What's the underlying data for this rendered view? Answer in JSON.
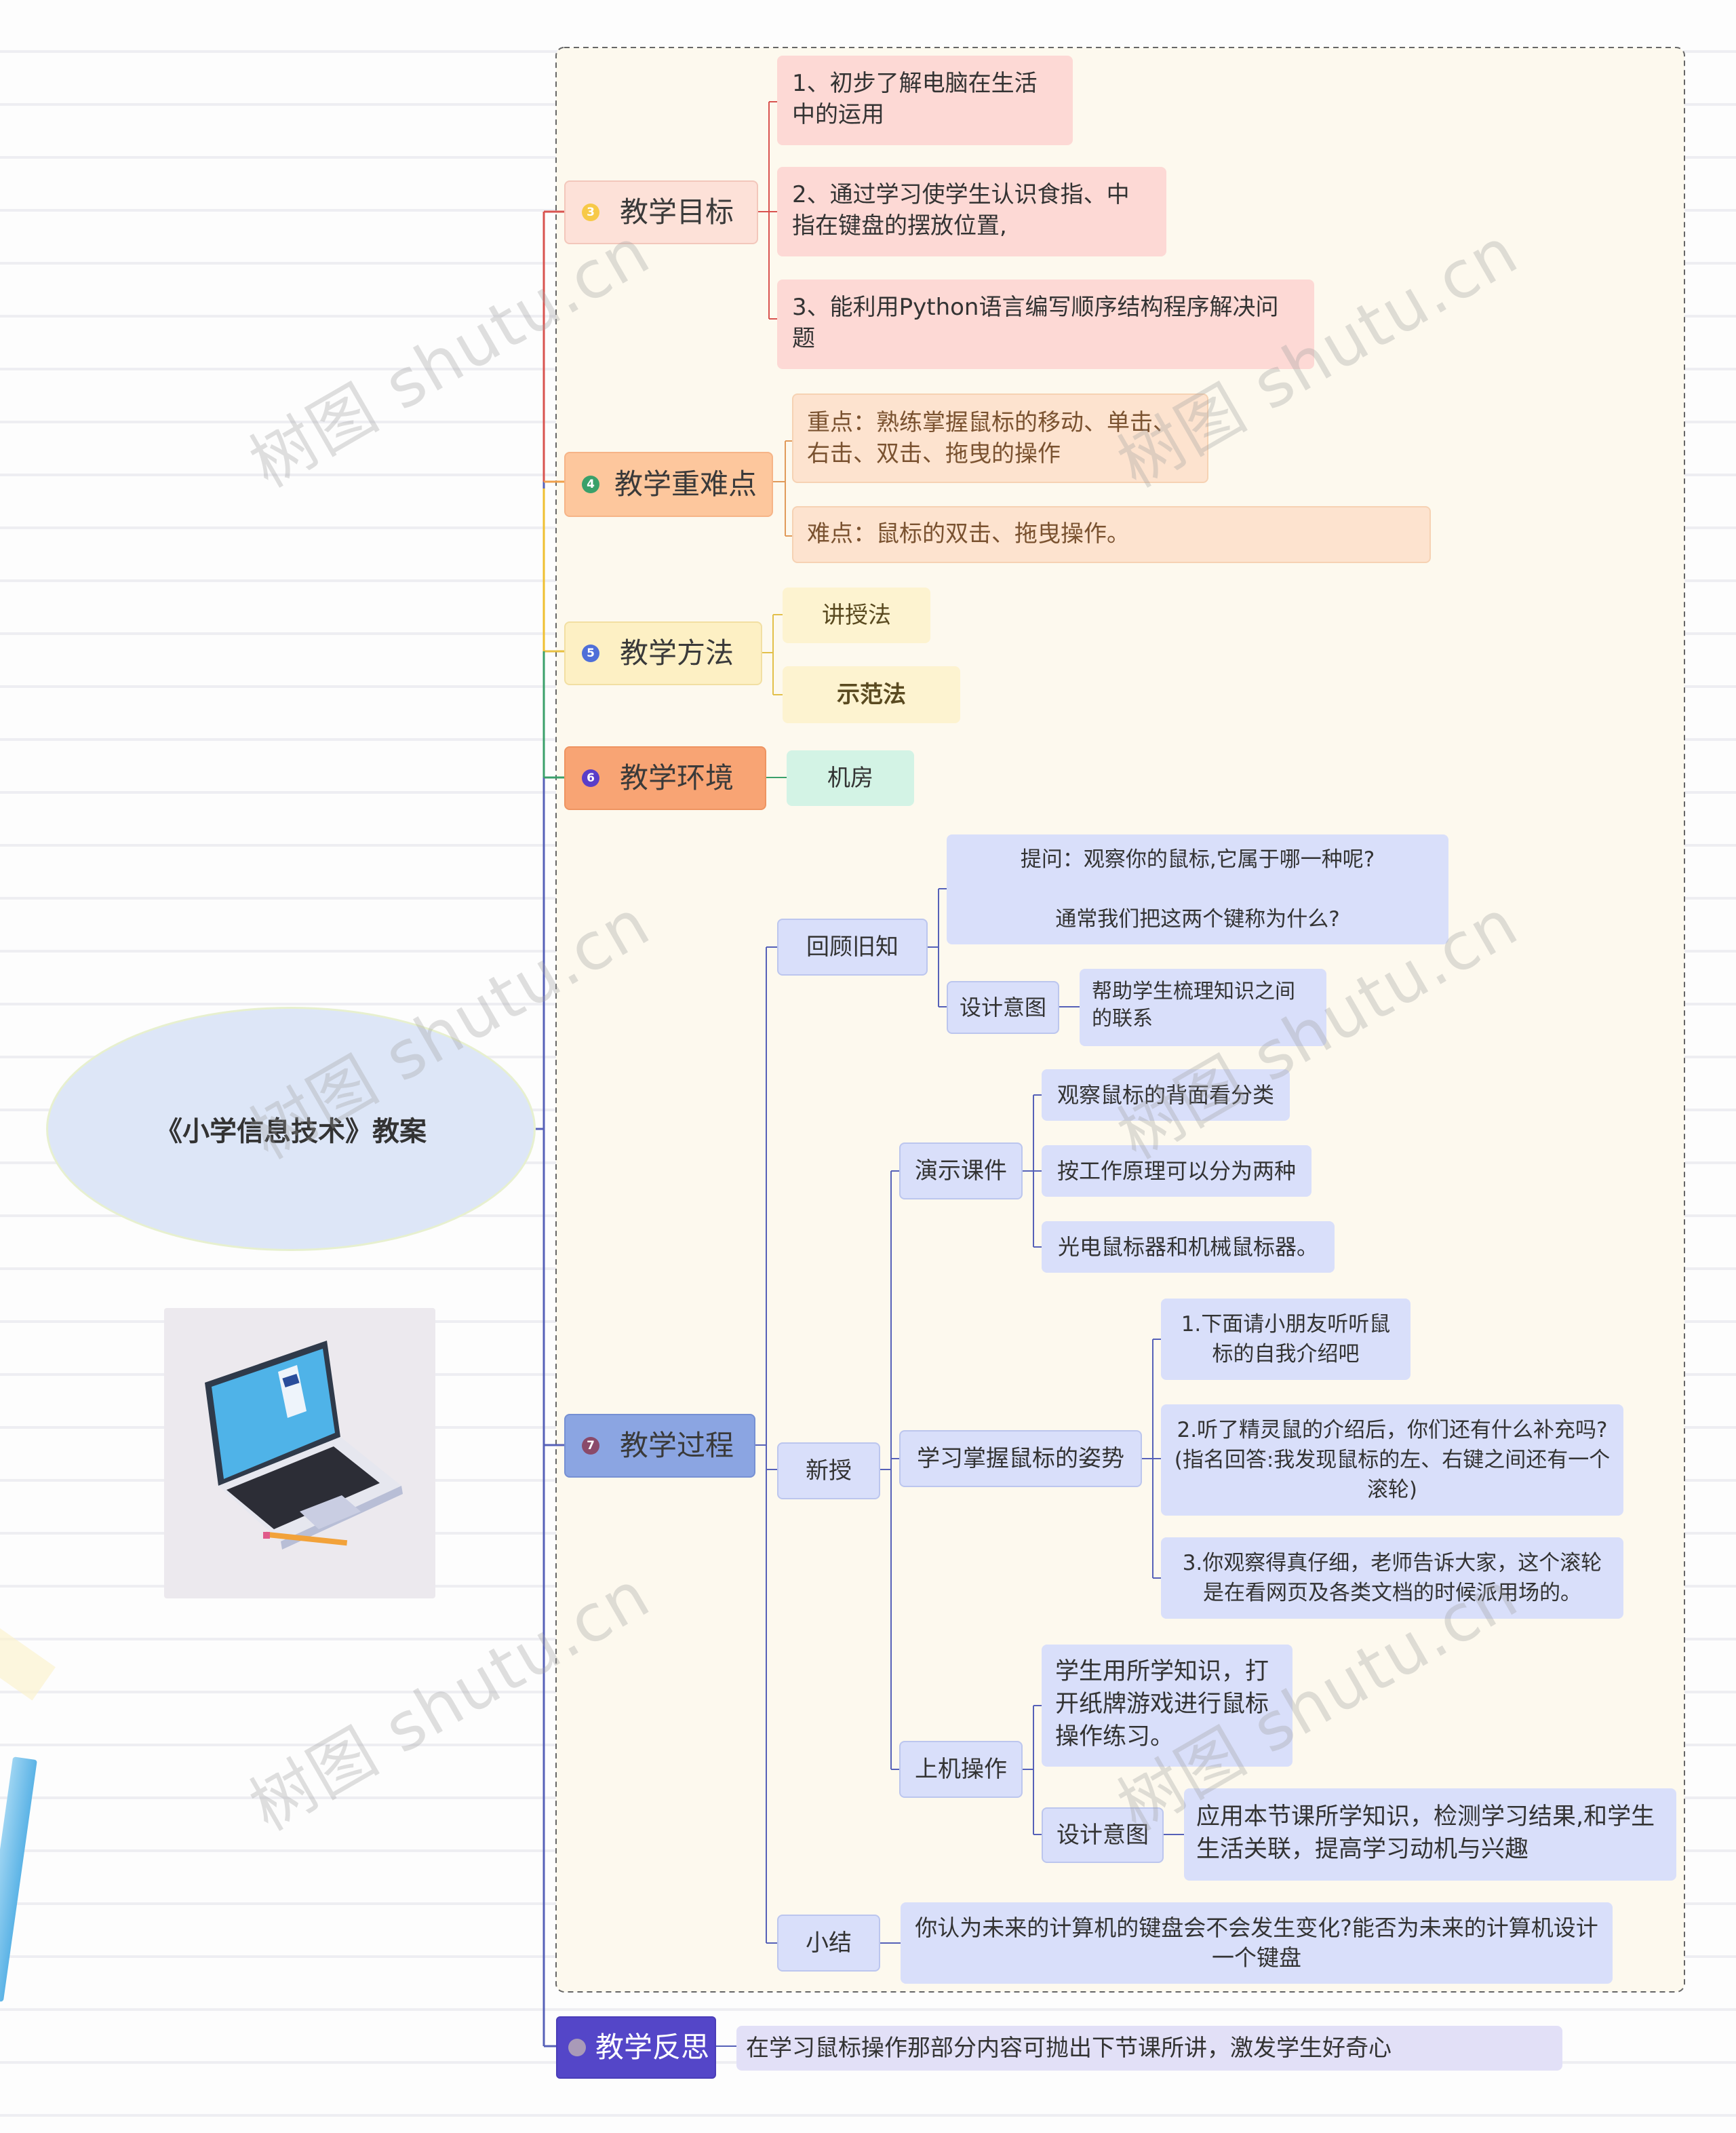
{
  "central_topic": "《小学信息技术》教案",
  "watermark": "树图 shutu.cn",
  "colors": {
    "goals": "#fdd9d5",
    "key_points": "#fde3cf",
    "methods": "#fdf3d0",
    "environment": "#d3f3e5",
    "process": "#d9dffa",
    "reflection": "#e2e0f7",
    "center": "#dde6f7"
  },
  "branches": {
    "goals": {
      "label": "教学目标",
      "badge": "3",
      "items": [
        "1、初步了解电脑在生活中的运用",
        "2、通过学习使学生认识食指、中指在键盘的摆放位置,",
        "3、能利用Python语言编写顺序结构程序解决问题"
      ]
    },
    "key_points": {
      "label": "教学重难点",
      "badge": "4",
      "items": [
        "重点：熟练掌握鼠标的移动、单击、右击、双击、拖曳的操作",
        "难点：鼠标的双击、拖曳操作。"
      ]
    },
    "methods": {
      "label": "教学方法",
      "badge": "5",
      "items": [
        "讲授法",
        "示范法"
      ]
    },
    "environment": {
      "label": "教学环境",
      "badge": "6",
      "items": [
        "机房"
      ]
    },
    "process": {
      "label": "教学过程",
      "badge": "7",
      "review": {
        "label": "回顾旧知",
        "question": "提问：观察你的鼠标,它属于哪一种呢?\n\n通常我们把这两个键称为什么?",
        "intent_label": "设计意图",
        "intent": "帮助学生梳理知识之间的联系"
      },
      "new": {
        "label": "新授",
        "demo": {
          "label": "演示课件",
          "items": [
            "观察鼠标的背面看分类",
            "按工作原理可以分为两种",
            "光电鼠标器和机械鼠标器。"
          ]
        },
        "posture": {
          "label": "学习掌握鼠标的姿势",
          "items": [
            "1.下面请小朋友听听鼠标的自我介绍吧",
            "2.听了精灵鼠的介绍后，你们还有什么补充吗?(指名回答:我发现鼠标的左、右键之间还有一个滚轮)",
            "3.你观察得真仔细，老师告诉大家，这个滚轮是在看网页及各类文档的时候派用场的。"
          ]
        },
        "practice": {
          "label": "上机操作",
          "item": "学生用所学知识，打开纸牌游戏进行鼠标操作练习。",
          "intent_label": "设计意图",
          "intent": "应用本节课所学知识，检测学习结果,和学生生活关联，提高学习动机与兴趣"
        }
      },
      "summary": {
        "label": "小结",
        "item": "你认为未来的计算机的键盘会不会发生变化?能否为未来的计算机设计一个键盘"
      }
    },
    "reflection": {
      "label": "教学反思",
      "item": "在学习鼠标操作那部分内容可抛出下节课所讲，激发学生好奇心"
    }
  }
}
